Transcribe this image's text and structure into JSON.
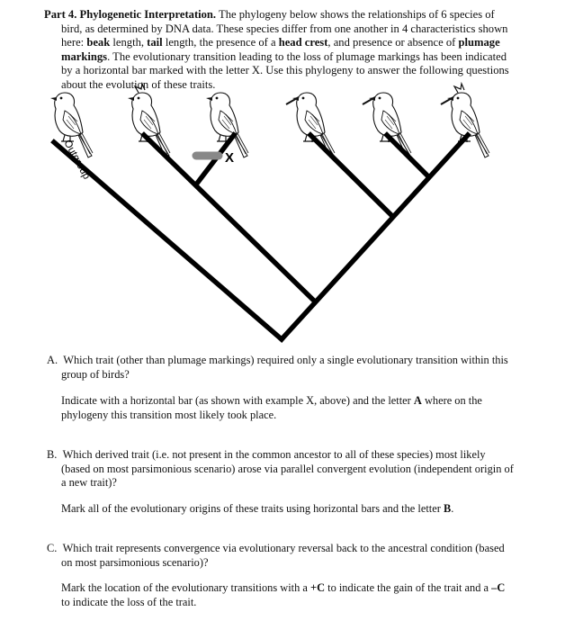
{
  "intro": {
    "heading": "Part 4. Phylogenetic Interpretation.",
    "s1": " The phylogeny below shows the relationships of 6 species of bird, as determined by DNA data. These species differ from one another in 4 characteristics shown here: ",
    "t_beak": "beak",
    "s2": " length, ",
    "t_tail": "tail",
    "s3": " length, the presence of a ",
    "t_crest": "head crest",
    "s4": ", and presence or absence of ",
    "t_plumage": "plumage markings",
    "s5": ". The evolutionary transition leading to the loss of plumage markings has been indicated by a horizontal bar marked with the letter X. Use this phylogeny to answer the following questions about the evolution of these traits."
  },
  "tree": {
    "outgroup_label": "Outgroup",
    "transition_label": "X",
    "birds": [
      "bird-1-outgroup",
      "bird-2",
      "bird-3",
      "bird-4",
      "bird-5",
      "bird-6"
    ]
  },
  "questions": {
    "a": {
      "letter": "A.",
      "text": "Which trait (other than plumage markings) required only a single evolutionary transition within this group of birds?",
      "instr_pre": "Indicate with a horizontal bar (as shown with example X, above) and the letter ",
      "instr_bold": "A",
      "instr_post": " where on the phylogeny this transition most likely took place."
    },
    "b": {
      "letter": "B.",
      "text": "Which derived trait (i.e. not present in the common ancestor to all of these species) most likely (based on most parsimonious scenario) arose via parallel convergent evolution (independent origin of a new trait)?",
      "instr_pre": "Mark all of the evolutionary origins of these traits using horizontal bars and the letter ",
      "instr_bold": "B",
      "instr_post": "."
    },
    "c": {
      "letter": "C.",
      "text": "Which trait represents convergence via evolutionary reversal back to the ancestral condition (based on most parsimonious scenario)?",
      "instr_pre": "Mark the location of the evolutionary transitions with a ",
      "instr_bold1": "+C",
      "instr_mid": " to indicate the gain of the trait and a ",
      "instr_bold2": "–C",
      "instr_post": " to indicate the loss of the trait."
    }
  }
}
